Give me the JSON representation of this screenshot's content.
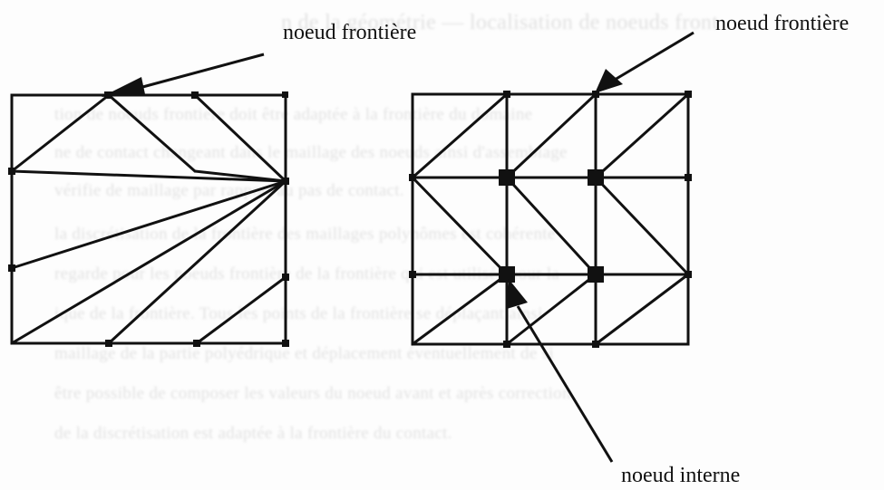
{
  "background_text": [
    "n de la géométrie — localisation de noeuds front",
    "tion de noeuds frontière doit être adaptée à la frontière du domaine",
    "ne de contact changeant dans le maillage des noeuds ainsi d'assemblage",
    "vérifie de maillage par rapport au pas de contact.",
    "la discrétisation de la frontière des maillages polynômes est cohérente",
    "regarde pour les noeuds frontière de la frontière qui est utilisée pour la",
    "ique de la frontière. Tous les points de la frontière se déplaçant ainsi",
    "maillage de la partie polyédrique et déplacement éventuellement de si",
    "être possible de composer les valeurs du noeud avant et après correction",
    "de la discrétisation est adaptée à la frontière du contact."
  ],
  "labels": {
    "left_boundary": "noeud frontière",
    "right_boundary": "noeud frontière",
    "internal": "noeud interne"
  },
  "colors": {
    "ink": "#111111",
    "paper": "#fdfdfd",
    "ghost": "#9a9a9a"
  }
}
